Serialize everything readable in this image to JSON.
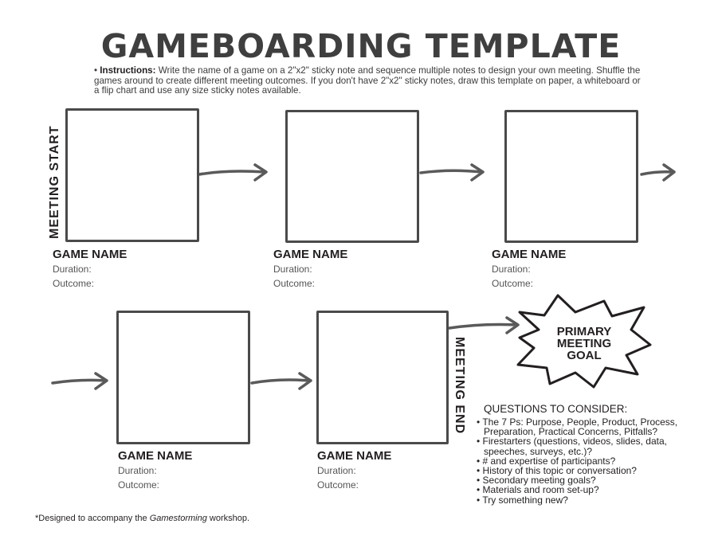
{
  "title": "GAMEBOARDING TEMPLATE",
  "instructions": {
    "label": "Instructions:",
    "text": "Write the name of a game on a 2\"x2\" sticky note and sequence multiple notes to design your own meeting. Shuffle the games around to create different meeting outcomes. If you don't have 2\"x2\" sticky notes, draw this template on paper, a whiteboard or a flip chart and use any size sticky notes available."
  },
  "meeting_start": "MEETING START",
  "meeting_end": "MEETING END",
  "games": [
    {
      "name": "GAME NAME",
      "duration": "Duration:",
      "outcome": "Outcome:"
    },
    {
      "name": "GAME NAME",
      "duration": "Duration:",
      "outcome": "Outcome:"
    },
    {
      "name": "GAME NAME",
      "duration": "Duration:",
      "outcome": "Outcome:"
    },
    {
      "name": "GAME NAME",
      "duration": "Duration:",
      "outcome": "Outcome:"
    },
    {
      "name": "GAME NAME",
      "duration": "Duration:",
      "outcome": "Outcome:"
    }
  ],
  "goal": {
    "line1": "PRIMARY",
    "line2": "MEETING",
    "line3": "GOAL"
  },
  "questions": {
    "title": "QUESTIONS TO CONSIDER:",
    "items": [
      "The 7 Ps: Purpose, People, Product, Process, Preparation, Practical Concerns, Pitfalls?",
      "Firestarters (questions, videos, slides, data, speeches, surveys, etc.)?",
      "# and expertise of participants?",
      "History of this topic or conversation?",
      "Secondary meeting goals?",
      "Materials and room set-up?",
      "Try something new?"
    ]
  },
  "footer": {
    "prefix": "*Designed to accompany the ",
    "emphasis": "Gamestorming",
    "suffix": " workshop."
  }
}
